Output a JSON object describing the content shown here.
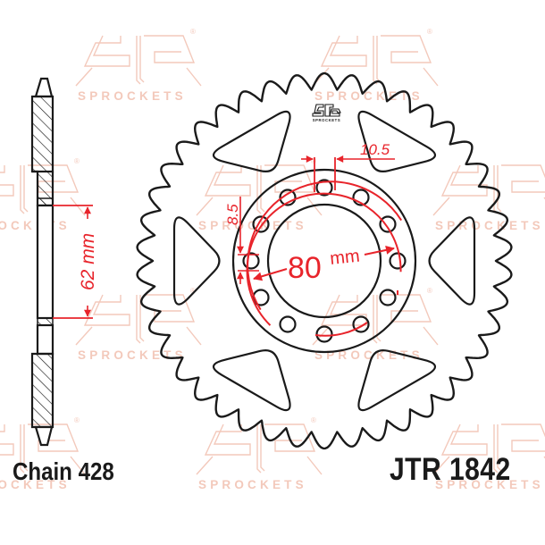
{
  "watermark": {
    "brand_text": "SPROCKETS",
    "registered_mark": "®"
  },
  "logo": {
    "text": "SPROCKETS"
  },
  "sprocket": {
    "teeth": 42,
    "bolt_holes": 12,
    "cutouts": 6
  },
  "dimensions": {
    "pcd": {
      "value": "80",
      "unit": "mm"
    },
    "hole_diameter": {
      "value": "10.5"
    },
    "hole_offset": {
      "value": "8.5"
    },
    "center_bore": {
      "value": "62",
      "unit": "mm",
      "label": "62 mm"
    }
  },
  "labels": {
    "chain": "Chain 428",
    "part_number": "JTR 1842"
  },
  "colors": {
    "outline": "#1a1a1a",
    "dimension": "#e8242b",
    "watermark": "#f3c9bb"
  }
}
